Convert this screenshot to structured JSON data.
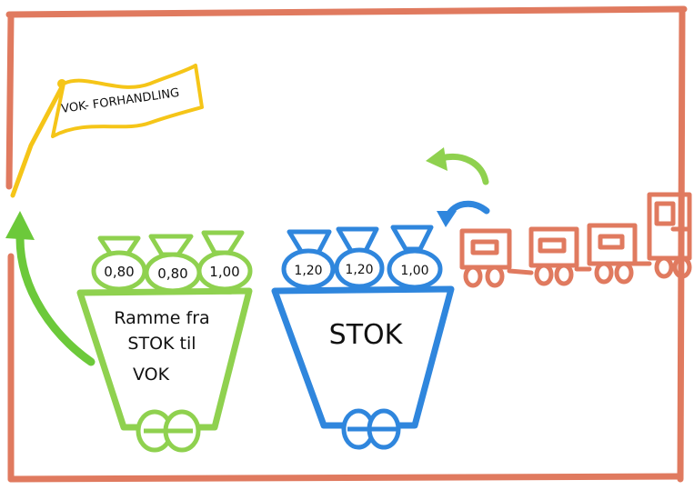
{
  "flag": {
    "label": "VOK- FORHANDLING"
  },
  "green_cart": {
    "bags": [
      "0,80",
      "0,80",
      "1,00"
    ],
    "label_lines": [
      "Ramme fra",
      "STOK til",
      "VOK"
    ]
  },
  "blue_cart": {
    "bags": [
      "1,20",
      "1,20",
      "1,00"
    ],
    "label": "STOK"
  },
  "train": {
    "wagon_count": 4
  },
  "colors": {
    "frame": "#e07a5f",
    "green": "#8fd14f",
    "blue": "#2f86dd",
    "yellow": "#f5c518",
    "train": "#e07a5f",
    "arrow_green": "#6cc93a"
  }
}
